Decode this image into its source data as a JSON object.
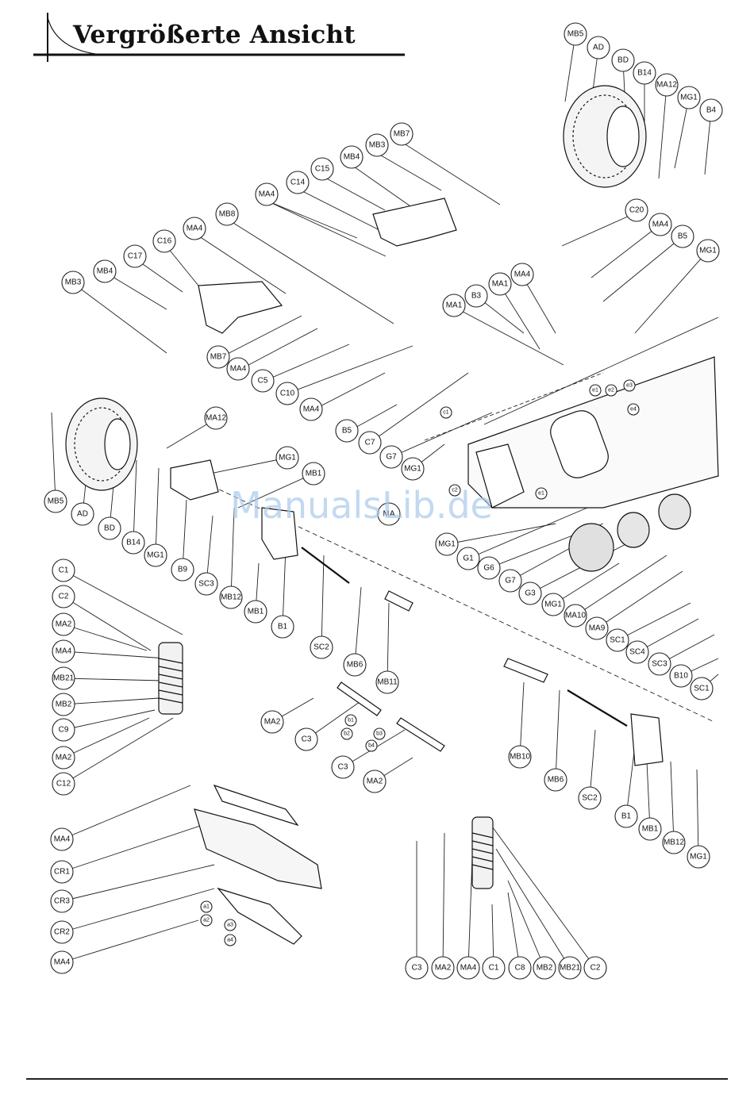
{
  "page": {
    "title": "Vergrößerte Ansicht"
  },
  "watermark": "ManualsLib.de",
  "callouts": [
    "MB5",
    "AD",
    "BD",
    "B14",
    "MA12",
    "MG1",
    "B4",
    "MB7",
    "MB3",
    "MB4",
    "C15",
    "C14",
    "MA4",
    "C20",
    "MA4",
    "B5",
    "MG1",
    "MB8",
    "MA4",
    "C16",
    "C17",
    "MB4",
    "MB3",
    "MA4",
    "MA1",
    "MA1",
    "B3",
    "MB7",
    "MA4",
    "C5",
    "C10",
    "MA4",
    "B5",
    "C7",
    "G7",
    "MG1",
    "MA12",
    "MG1",
    "MB1",
    "MB5",
    "AD",
    "BD",
    "B14",
    "MG1",
    "B9",
    "SC3",
    "MB12",
    "MB1",
    "B1",
    "MA",
    "MG1",
    "G1",
    "G6",
    "G7",
    "G3",
    "MG1",
    "MA10",
    "MA9",
    "SC1",
    "SC4",
    "SC3",
    "B10",
    "SC1",
    "C1",
    "C2",
    "MA2",
    "MA4",
    "MB21",
    "MB2",
    "C9",
    "MA2",
    "C12",
    "SC2",
    "MB6",
    "MB11",
    "MA2",
    "C3",
    "C3",
    "MA2",
    "MB10",
    "MB6",
    "SC2",
    "B1",
    "MB1",
    "MB12",
    "MG1",
    "MA4",
    "CR1",
    "CR3",
    "CR2",
    "MA4",
    "C3",
    "MA2",
    "MA4",
    "C1",
    "C8",
    "MB2",
    "MB21",
    "C2"
  ],
  "small_tags": [
    "e1",
    "e2",
    "e3",
    "e4",
    "c1",
    "c2",
    "e1",
    "a1",
    "a2",
    "a3",
    "a4",
    "b1",
    "b2",
    "b3",
    "b4"
  ]
}
